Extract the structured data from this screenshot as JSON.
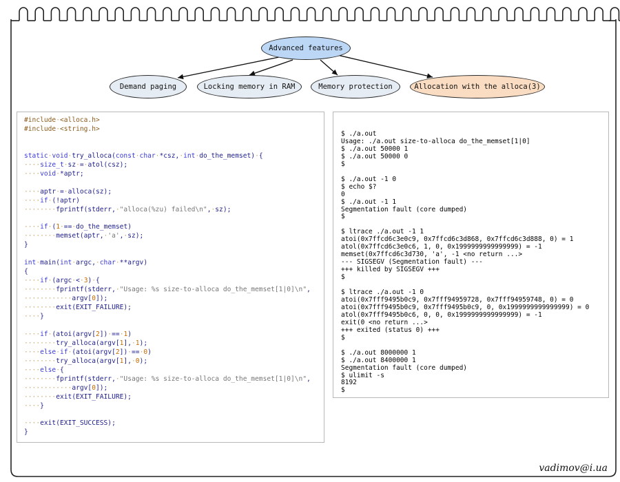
{
  "diagram": {
    "root": {
      "label": "Advanced features",
      "fill": "#bcd7f5"
    },
    "children": [
      {
        "label": "Demand paging",
        "fill": "#e6ecf3"
      },
      {
        "label": "Locking memory in RAM",
        "fill": "#e6ecf3"
      },
      {
        "label": "Memory protection",
        "fill": "#e6ecf3"
      },
      {
        "label": "Allocation with the alloca(3)",
        "fill": "#f9dcc1"
      }
    ]
  },
  "code_panel": {
    "lines": [
      "#include <alloca.h>",
      "#include <string.h>",
      "",
      "",
      "static void try_alloca(const char *csz, int do_the_memset) {",
      "    size_t sz = atol(csz);",
      "    void *aptr;",
      "",
      "    aptr = alloca(sz);",
      "    if (!aptr)",
      "        fprintf(stderr, \"alloca(%zu) failed\\n\", sz);",
      "",
      "    if (1 == do_the_memset)",
      "        memset(aptr, 'a', sz);",
      "}",
      "",
      "int main(int argc, char **argv)",
      "{",
      "    if (argc < 3) {",
      "        fprintf(stderr, \"Usage: %s size-to-alloca do_the_memset[1|0]\\n\",",
      "            argv[0]);",
      "        exit(EXIT_FAILURE);",
      "    }",
      "",
      "    if (atoi(argv[2]) == 1)",
      "        try_alloca(argv[1], 1);",
      "    else if (atoi(argv[2]) == 0)",
      "        try_alloca(argv[1], 0);",
      "    else {",
      "        fprintf(stderr, \"Usage: %s size-to-alloca do_the_memset[1|0]\\n\",",
      "            argv[0]);",
      "        exit(EXIT_FAILURE);",
      "    }",
      "",
      "    exit(EXIT_SUCCESS);",
      "}"
    ]
  },
  "terminal_panel": {
    "lines": [
      "$ ./a.out",
      "Usage: ./a.out size-to-alloca do_the_memset[1|0]",
      "$ ./a.out 50000 1",
      "$ ./a.out 50000 0",
      "$",
      "",
      "$ ./a.out -1 0",
      "$ echo $?",
      "0",
      "$ ./a.out -1 1",
      "Segmentation fault (core dumped)",
      "$",
      "",
      "$ ltrace ./a.out -1 1",
      "atoi(0x7ffcd6c3e0c9, 0x7ffcd6c3d868, 0x7ffcd6c3d888, 0) = 1",
      "atol(0x7ffcd6c3e0c6, 1, 0, 0x1999999999999999) = -1",
      "memset(0x7ffcd6c3d730, 'a', -1 <no return ...>",
      "--- SIGSEGV (Segmentation fault) ---",
      "+++ killed by SIGSEGV +++",
      "$",
      "",
      "$ ltrace ./a.out -1 0",
      "atoi(0x7fff9495b0c9, 0x7fff94959728, 0x7fff94959748, 0) = 0",
      "atoi(0x7fff9495b0c9, 0x7fff9495b0c9, 0, 0x1999999999999999) = 0",
      "atol(0x7fff9495b0c6, 0, 0, 0x1999999999999999) = -1",
      "exit(0 <no return ...>",
      "+++ exited (status 0) +++",
      "$",
      "",
      "$ ./a.out 8000000 1",
      "$ ./a.out 8400000 1",
      "Segmentation fault (core dumped)",
      "$ ulimit -s",
      "8192",
      "$"
    ]
  },
  "signature": "vadimov@i.ua"
}
